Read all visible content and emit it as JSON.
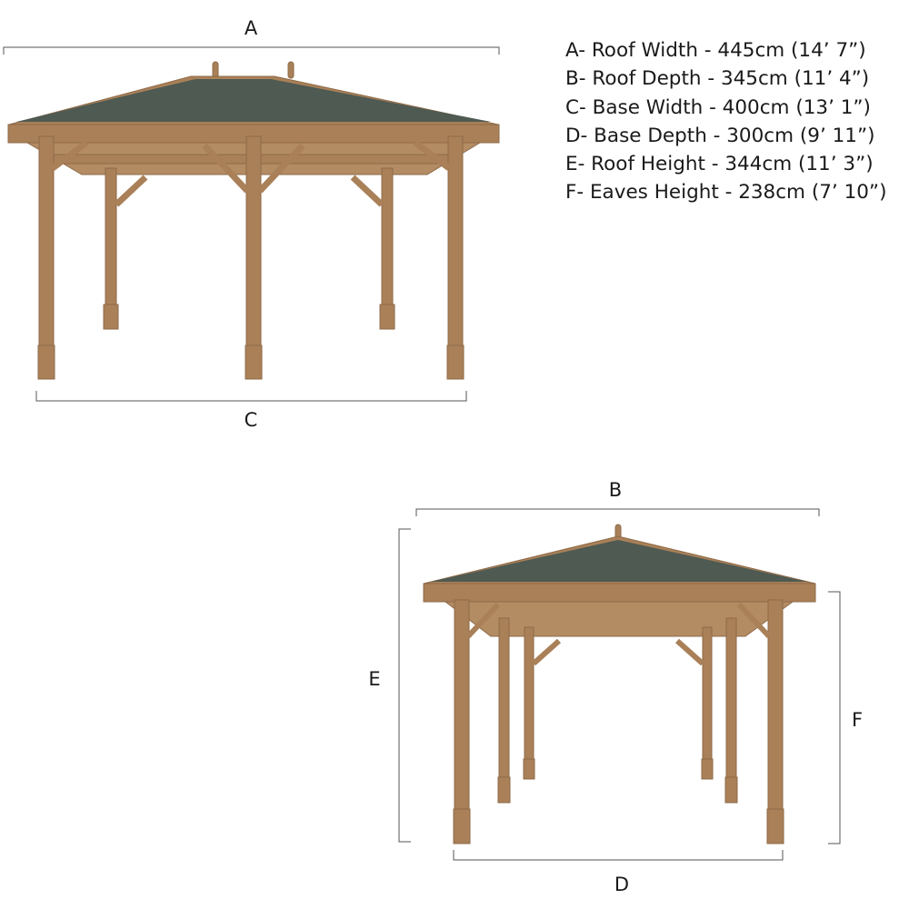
{
  "labels": {
    "a": "A",
    "b": "B",
    "c": "C",
    "d": "D",
    "e": "E",
    "f": "F"
  },
  "specs": [
    "A- Roof Width - 445cm (14’ 7”)",
    "B- Roof Depth - 345cm (11’ 4”)",
    "C- Base Width - 400cm (13’ 1”)",
    "D- Base Depth - 300cm (9’ 11”)",
    "E- Roof Height - 344cm (11’ 3”)",
    "F- Eaves Height - 238cm (7’ 10”)"
  ],
  "colors": {
    "roof": "#4e5a52",
    "wood": "#a98058",
    "wood_dark": "#8e6a48",
    "dimension_line": "#555555"
  }
}
